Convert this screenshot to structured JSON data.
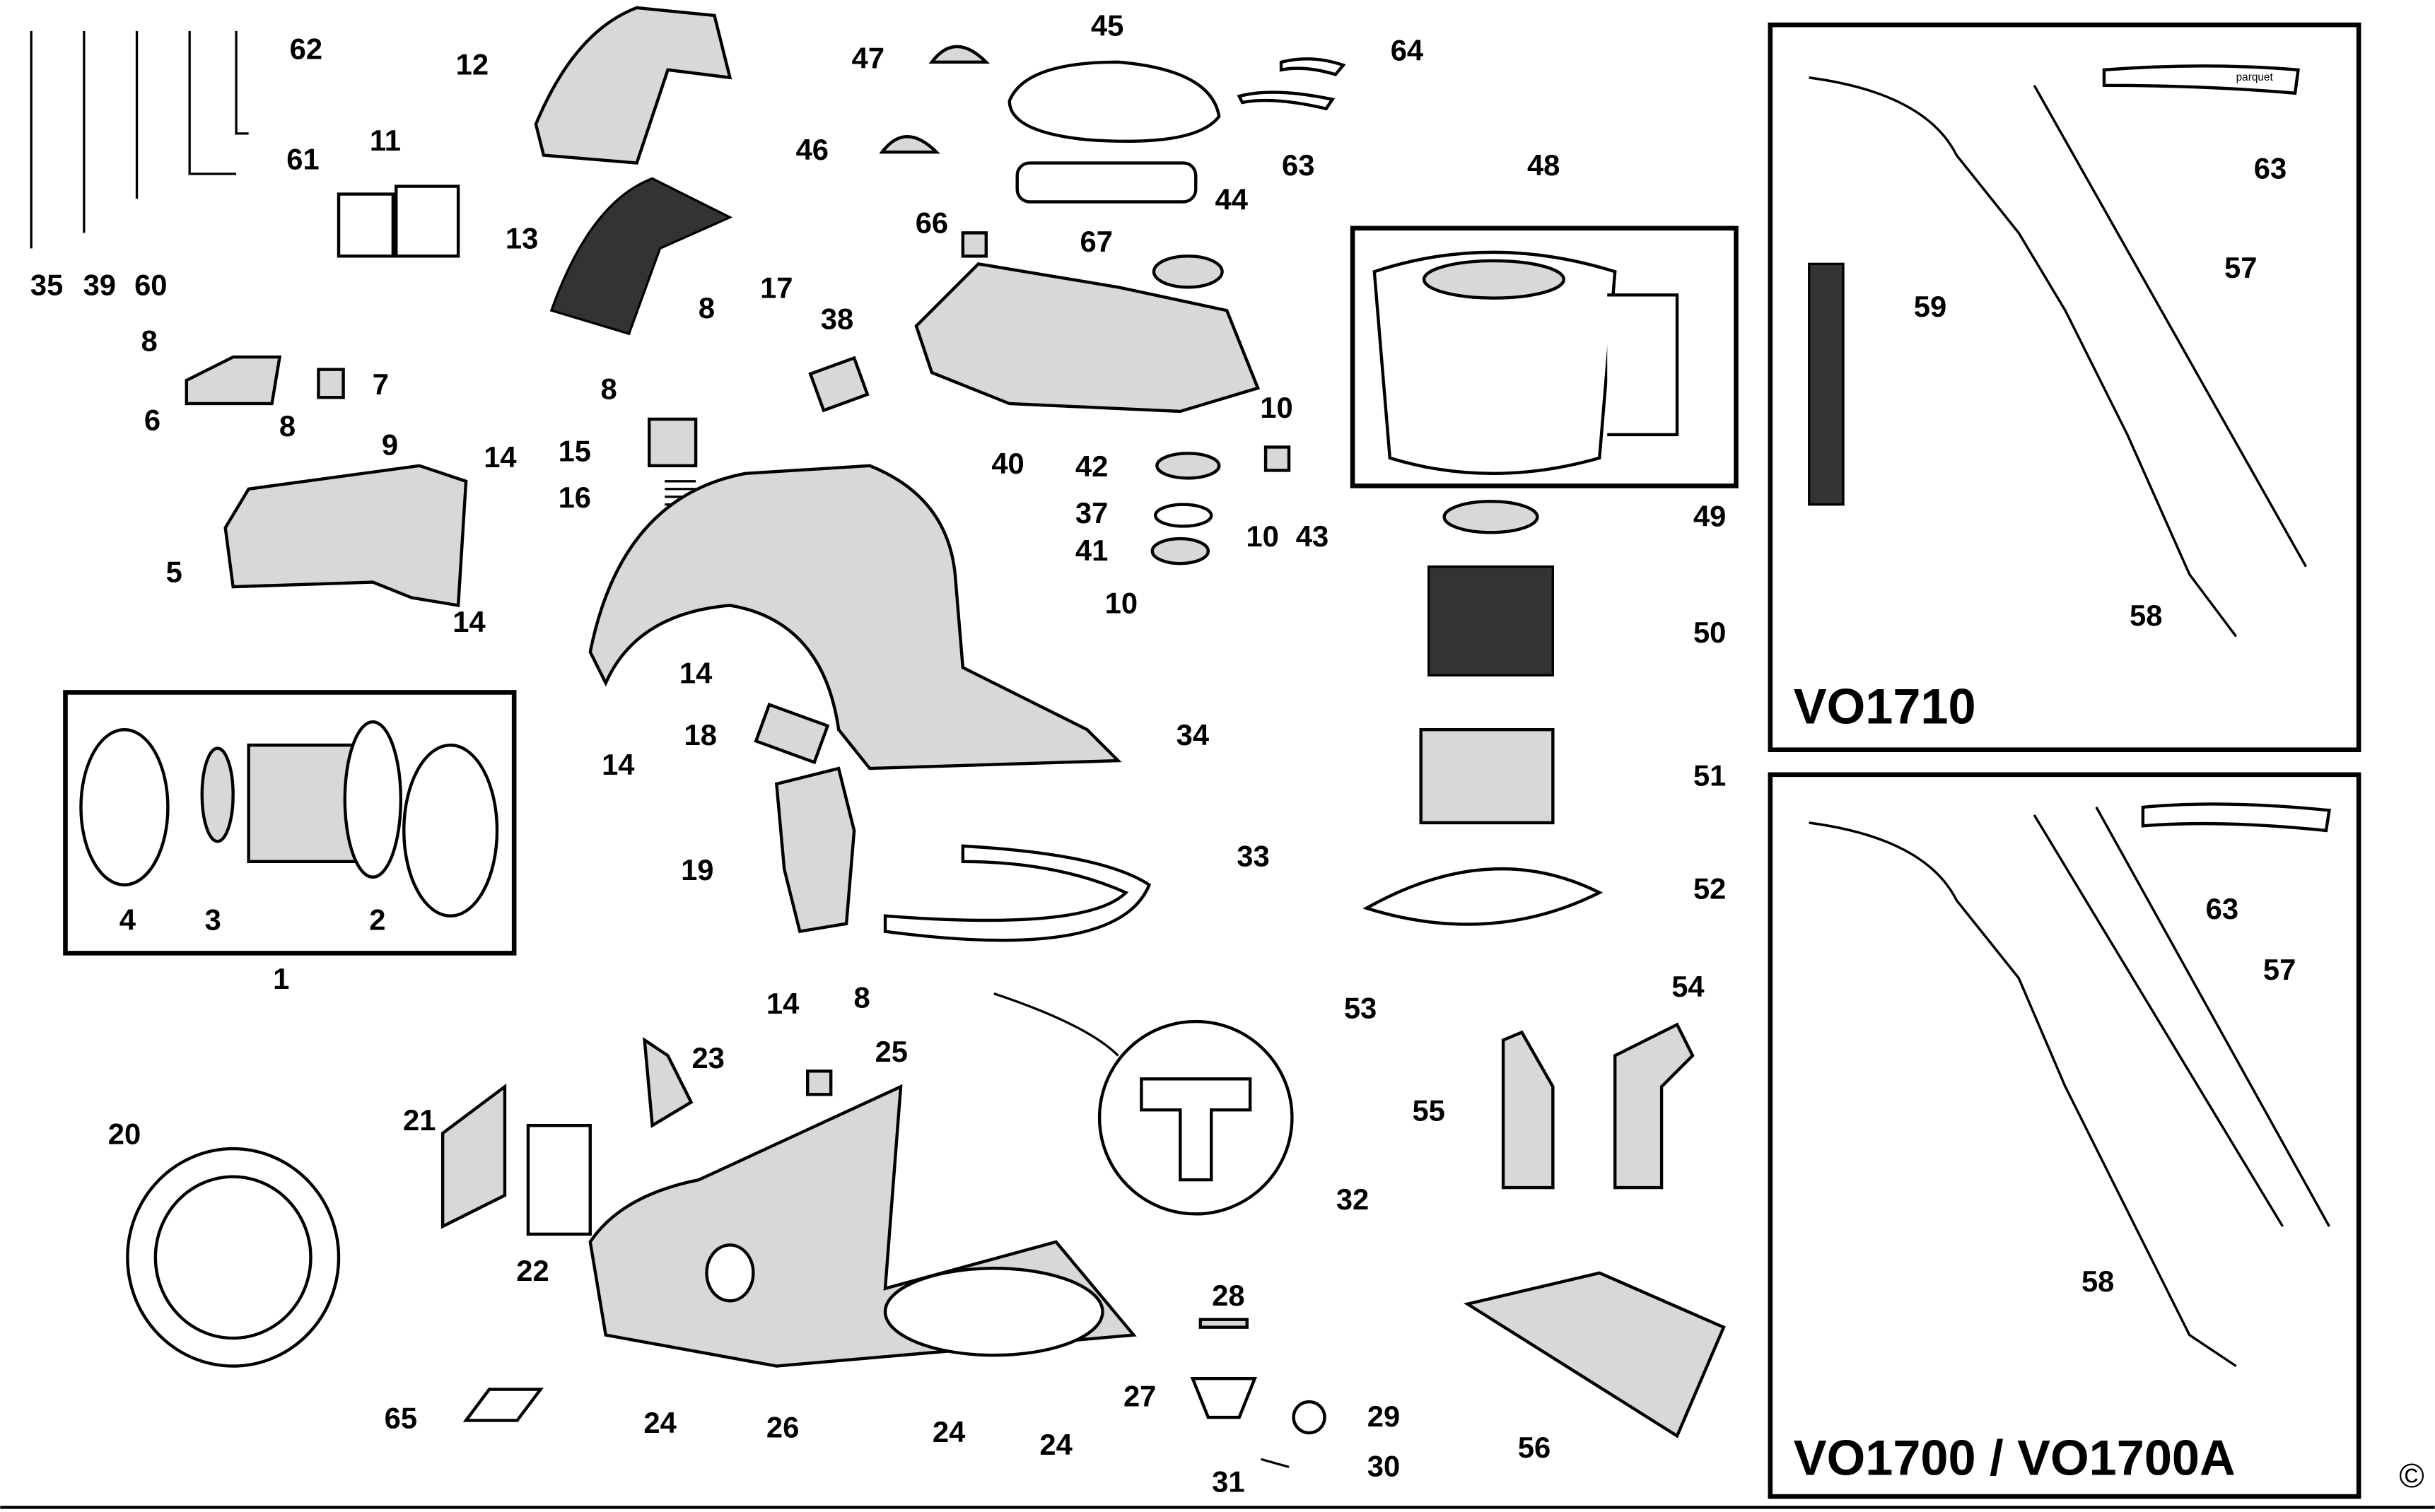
{
  "diagram": {
    "type": "exploded parts diagram",
    "callouts": [
      "62",
      "61",
      "35",
      "39",
      "60",
      "12",
      "11",
      "13",
      "8",
      "17",
      "8",
      "8",
      "7",
      "6",
      "8",
      "9",
      "14",
      "15",
      "16",
      "5",
      "14",
      "14",
      "14",
      "18",
      "4",
      "3",
      "2",
      "1",
      "19",
      "14",
      "8",
      "47",
      "45",
      "46",
      "64",
      "63",
      "67",
      "66",
      "44",
      "38",
      "40",
      "10",
      "42",
      "43",
      "10",
      "37",
      "41",
      "10",
      "48",
      "49",
      "50",
      "51",
      "52",
      "53",
      "54",
      "55",
      "34",
      "33",
      "32",
      "23",
      "25",
      "21",
      "20",
      "22",
      "26",
      "24",
      "24",
      "24",
      "65",
      "28",
      "27",
      "29",
      "30",
      "31",
      "56",
      "63",
      "57",
      "59",
      "58",
      "63",
      "57",
      "58"
    ],
    "model_boxes": [
      {
        "title": "VO1710"
      },
      {
        "title": "VO1700 / VO1700A"
      }
    ],
    "strip_label": "parquet",
    "copyright": "©"
  }
}
